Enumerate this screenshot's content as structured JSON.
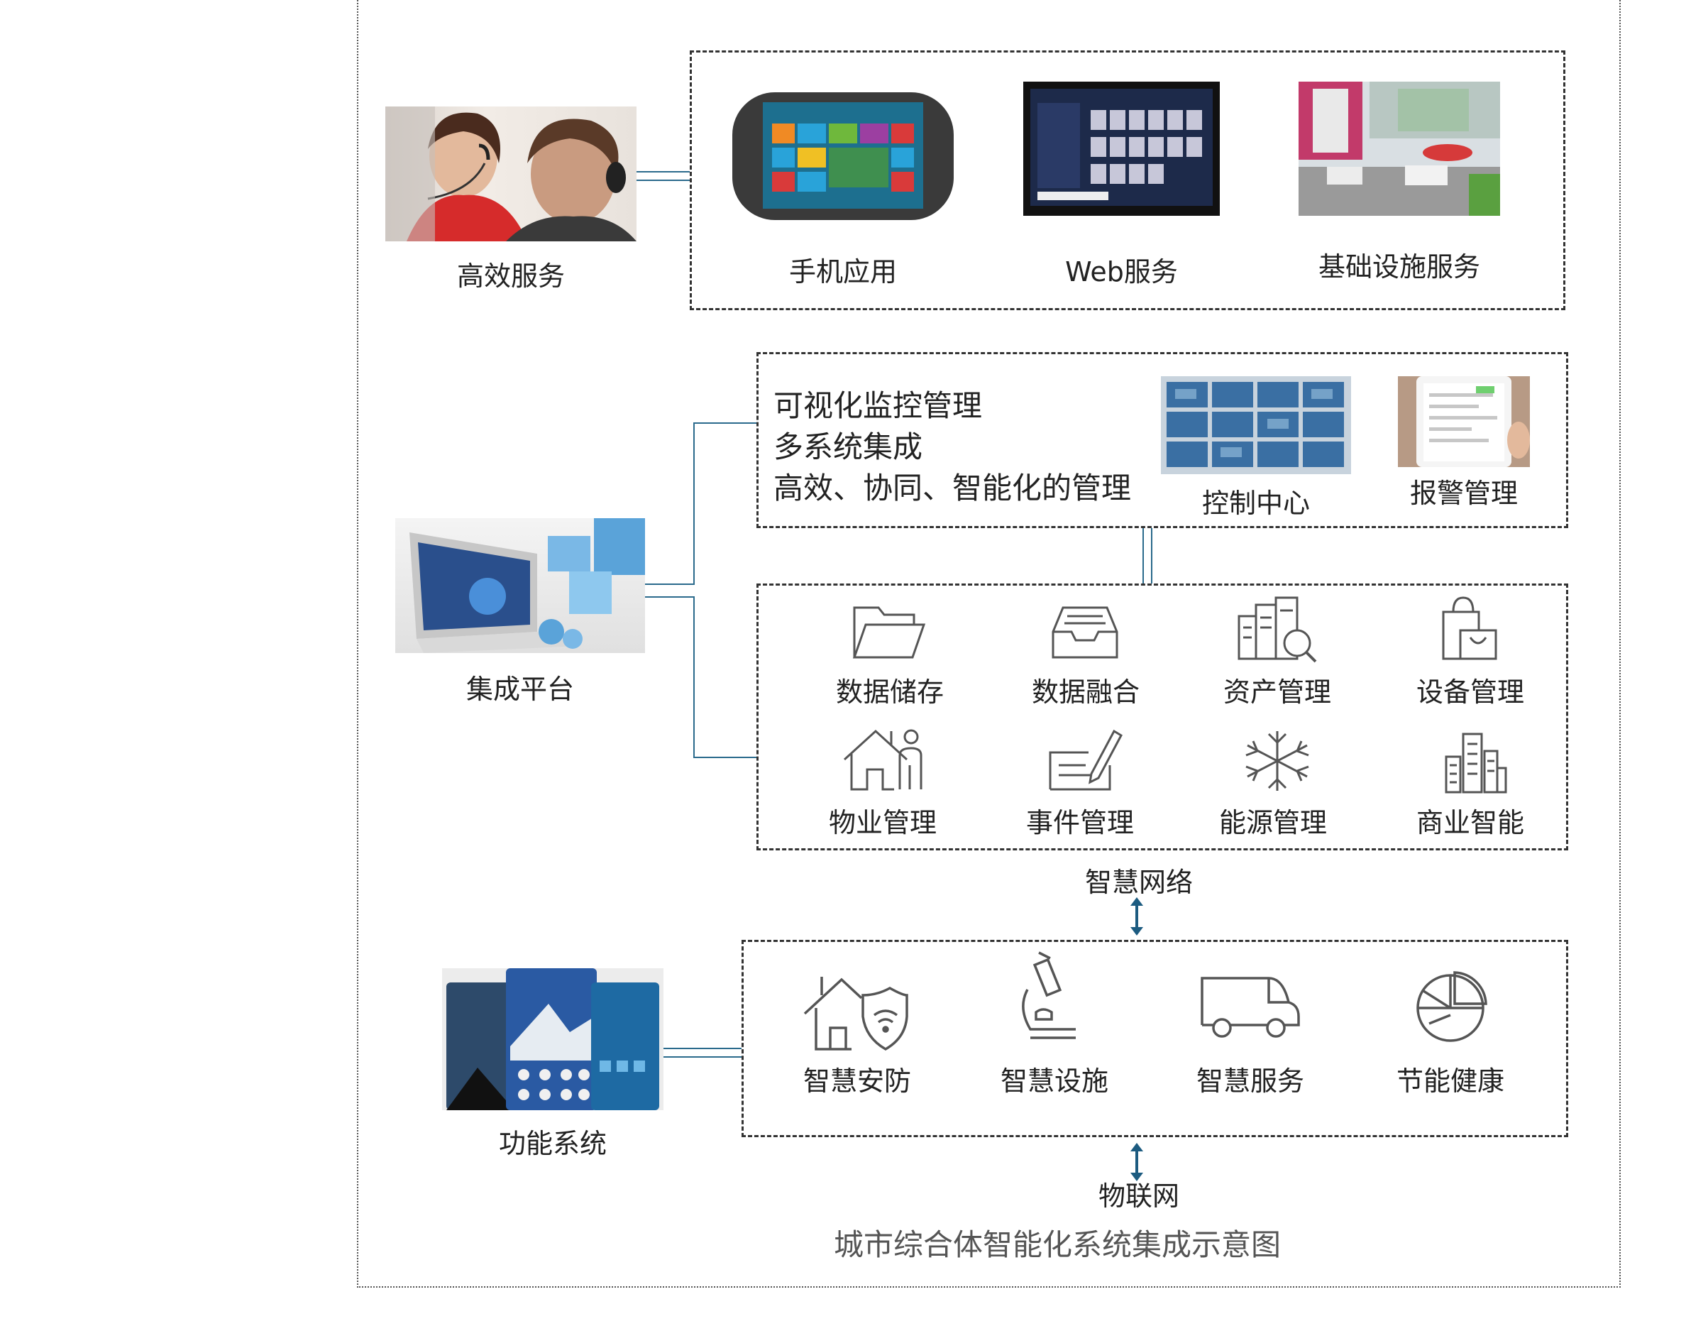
{
  "colors": {
    "connector": "#2a6a8c",
    "arrow": "#1c5b80",
    "border": "#333333",
    "icon_stroke": "#555555"
  },
  "top": {
    "service_label": "高效服务",
    "items": [
      {
        "label": "手机应用"
      },
      {
        "label": "Web服务"
      },
      {
        "label": "基础设施服务"
      }
    ]
  },
  "middle": {
    "platform_label": "集成平台",
    "features": [
      "可视化监控管理",
      "多系统集成",
      "高效、协同、智能化的管理"
    ],
    "monitor_items": [
      {
        "label": "控制中心"
      },
      {
        "label": "报警管理"
      }
    ],
    "modules": [
      {
        "label": "数据储存",
        "icon": "folder-icon"
      },
      {
        "label": "数据融合",
        "icon": "inbox-tray-icon"
      },
      {
        "label": "资产管理",
        "icon": "document-search-icon"
      },
      {
        "label": "设备管理",
        "icon": "shopping-bag-icon"
      },
      {
        "label": "物业管理",
        "icon": "house-person-icon"
      },
      {
        "label": "事件管理",
        "icon": "document-pen-icon"
      },
      {
        "label": "能源管理",
        "icon": "snowflake-icon"
      },
      {
        "label": "商业智能",
        "icon": "buildings-icon"
      }
    ]
  },
  "network_label": "智慧网络",
  "bottom": {
    "function_label": "功能系统",
    "modules": [
      {
        "label": "智慧安防",
        "icon": "house-shield-wifi-icon"
      },
      {
        "label": "智慧设施",
        "icon": "microscope-icon"
      },
      {
        "label": "智慧服务",
        "icon": "van-icon"
      },
      {
        "label": "节能健康",
        "icon": "pie-chart-icon"
      }
    ]
  },
  "iot_label": "物联网",
  "caption": "城市综合体智能化系统集成示意图"
}
